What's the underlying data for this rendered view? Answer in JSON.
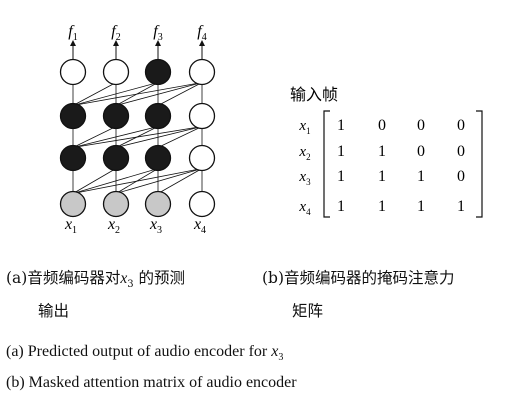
{
  "network": {
    "outputs": [
      "f1",
      "f2",
      "f3",
      "f4"
    ],
    "inputs": [
      "x1",
      "x2",
      "x3",
      "x4"
    ],
    "layers": [
      {
        "name": "output",
        "fills": [
          "white",
          "white",
          "black",
          "white"
        ]
      },
      {
        "name": "hidden-2",
        "fills": [
          "black",
          "black",
          "black",
          "white"
        ]
      },
      {
        "name": "hidden-1",
        "fills": [
          "black",
          "black",
          "black",
          "white"
        ]
      },
      {
        "name": "input",
        "fills": [
          "gray",
          "gray",
          "gray",
          "white"
        ]
      }
    ],
    "colors": {
      "black": "#1a1a1a",
      "white": "#ffffff",
      "gray": "#c8c8c8",
      "stroke": "#111111"
    }
  },
  "matrix": {
    "title": "输入帧",
    "row_labels": [
      "x1",
      "x2",
      "x3",
      "x4"
    ],
    "rows": [
      [
        "1",
        "0",
        "0",
        "0"
      ],
      [
        "1",
        "1",
        "0",
        "0"
      ],
      [
        "1",
        "1",
        "1",
        "0"
      ],
      [
        "1",
        "1",
        "1",
        "1"
      ]
    ]
  },
  "captions": {
    "a_zh_prefix": "(a)音频编码器对",
    "a_zh_var": "x",
    "a_zh_sub": "3",
    "a_zh_suffix": " 的预测",
    "a_zh_line2": "输出",
    "b_zh_line1": "(b)音频编码器的掩码注意力",
    "b_zh_line2": "矩阵",
    "a_en_prefix": "(a) Predicted output of audio encoder for ",
    "a_en_var": "x",
    "a_en_sub": "3",
    "b_en": "(b) Masked attention matrix of audio encoder"
  }
}
